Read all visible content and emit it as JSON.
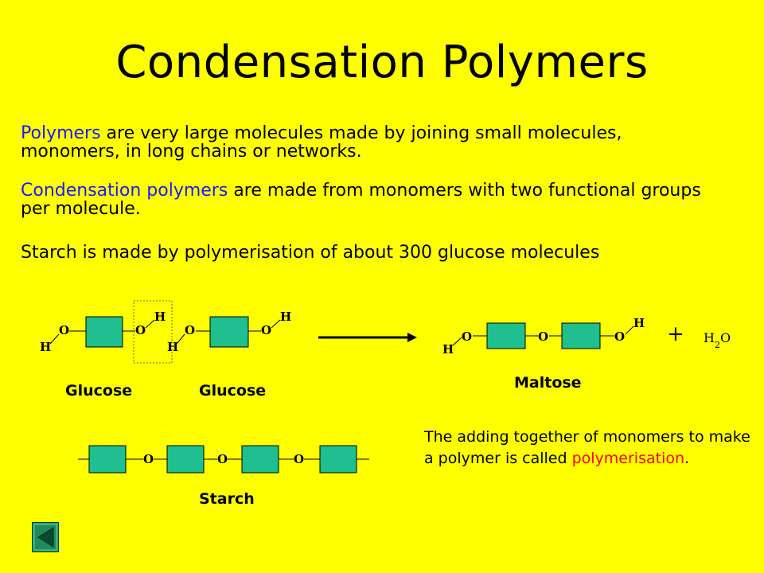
{
  "slide": {
    "title": "Condensation Polymers",
    "para1": {
      "term": "Polymers",
      "text": " are very large molecules made by joining small molecules, monomers, in long chains or networks."
    },
    "para2": {
      "term": "Condensation polymers",
      "text": " are made from monomers with two functional groups per molecule."
    },
    "para3": "Starch is made by polymerisation of about 300 glucose molecules",
    "labels": {
      "glucose1": "Glucose",
      "glucose2": "Glucose",
      "maltose": "Maltose",
      "starch": "Starch"
    },
    "atoms": {
      "oxygen": "O",
      "hydrogen": "H"
    },
    "plus": "+",
    "water": "H2O",
    "note": {
      "text": "The adding together of monomers to make a polymer is called ",
      "term": "polymerisation",
      "end": "."
    },
    "colors": {
      "background": "#ffff00",
      "ring": "#1fbf8f",
      "highlight_term": "#1a1aff",
      "emphasis": "#ff0000"
    },
    "nav": {
      "back_icon": "back-triangle-icon"
    }
  }
}
